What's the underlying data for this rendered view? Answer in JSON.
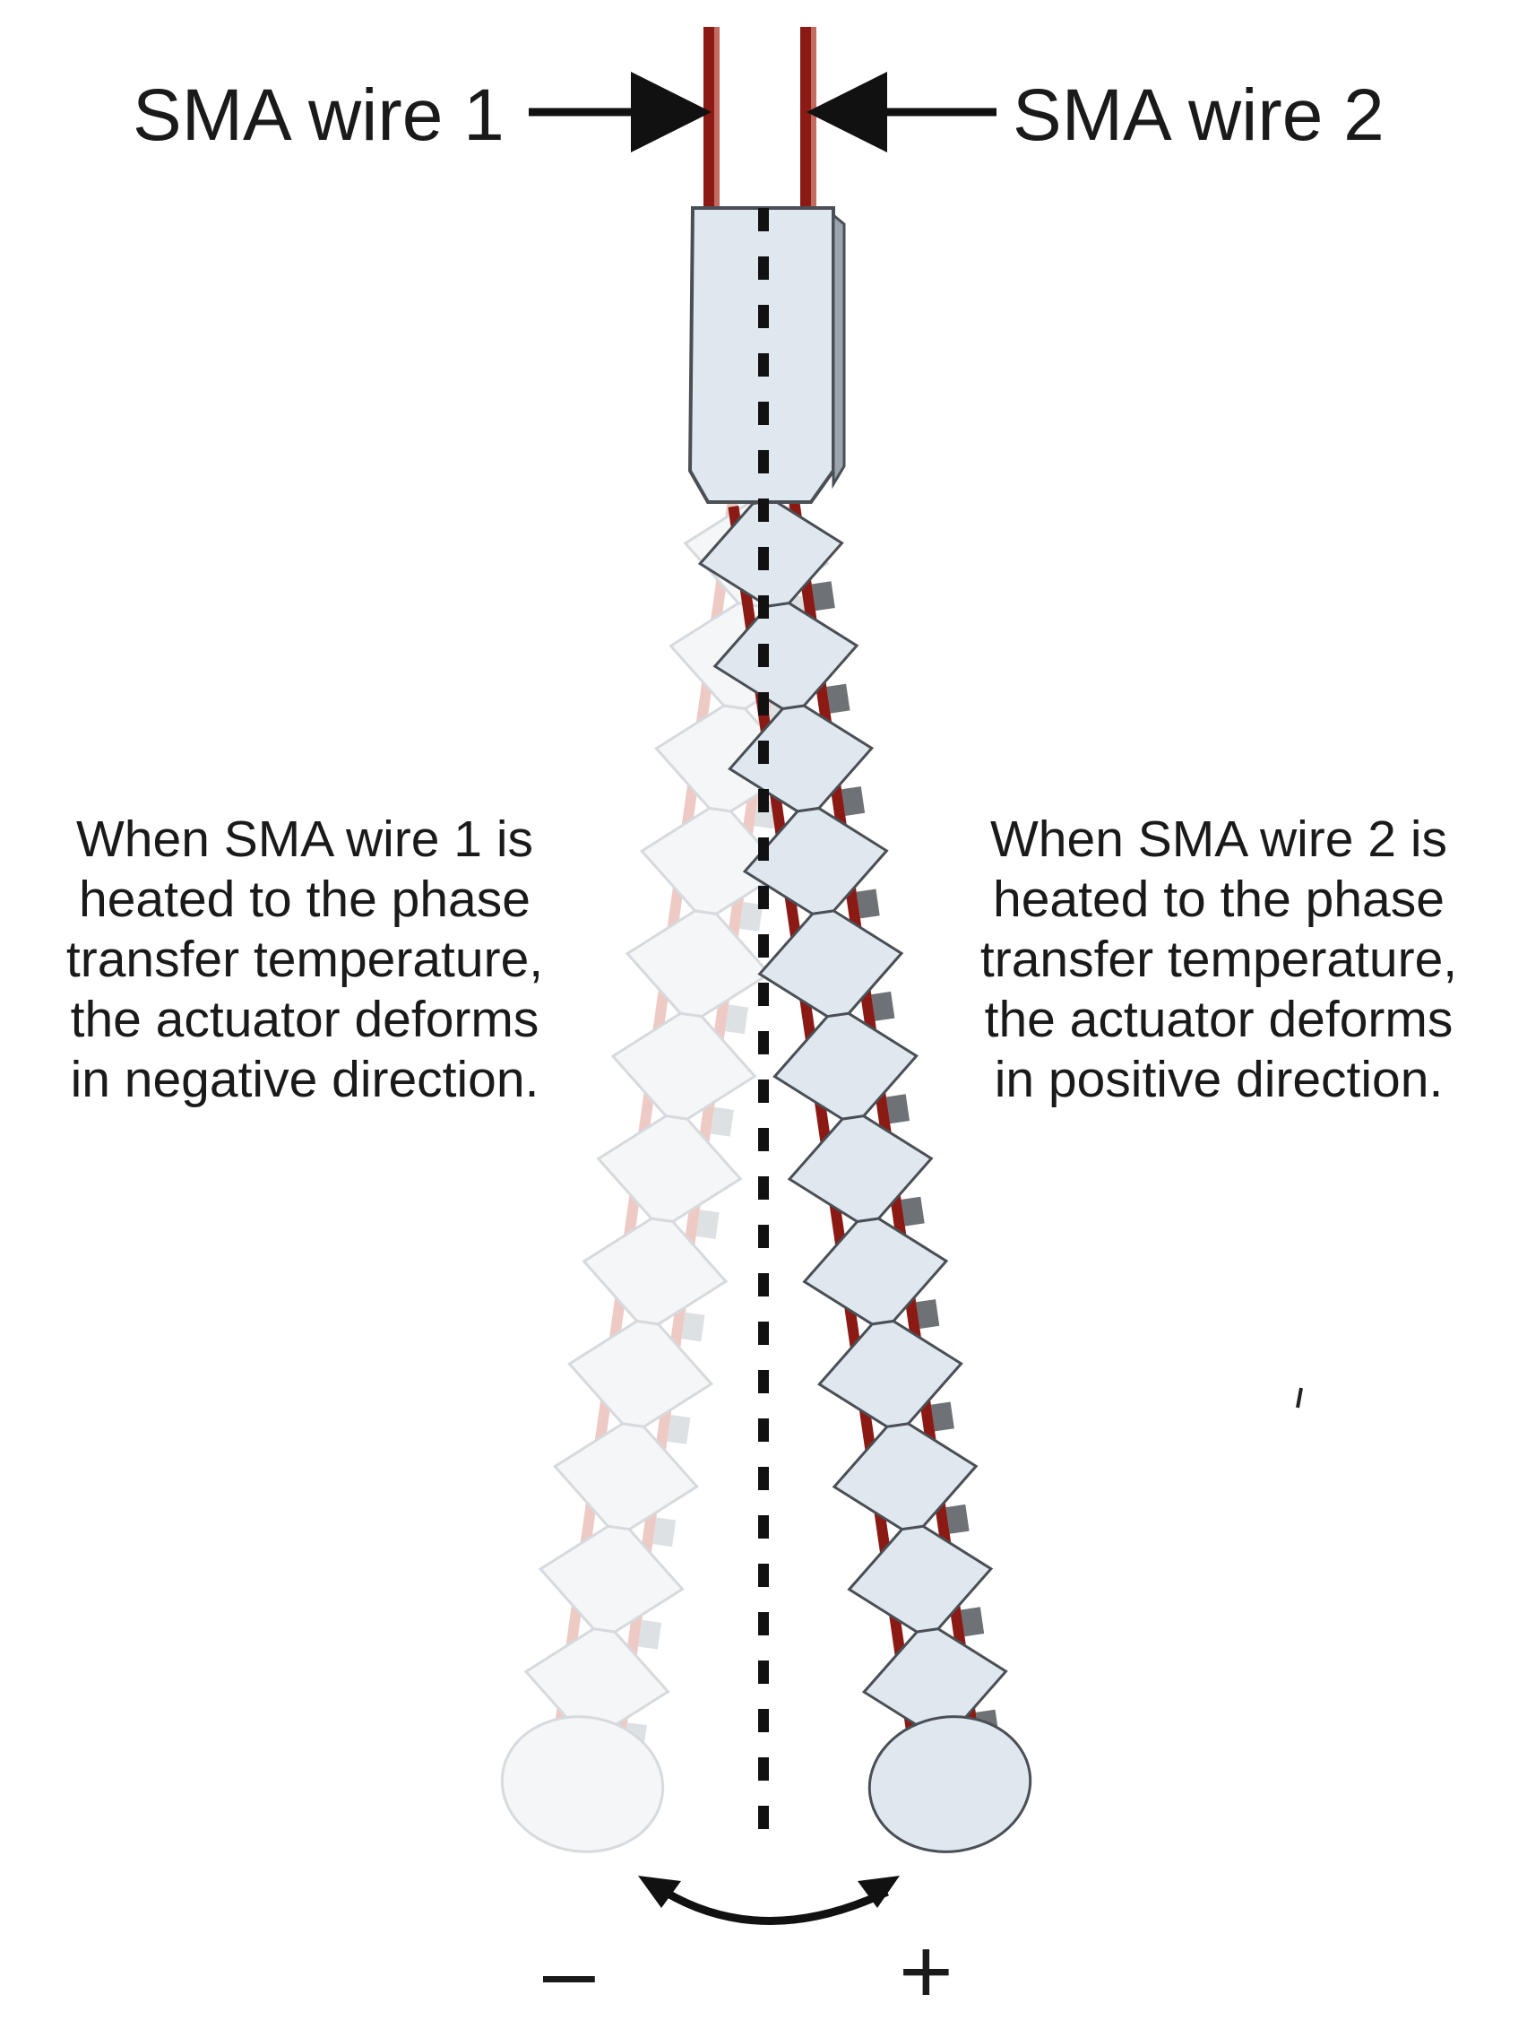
{
  "labels": {
    "wire1": "SMA wire 1",
    "wire2": "SMA wire 2",
    "minus": "–",
    "plus": "+"
  },
  "descriptions": {
    "left": [
      "When SMA wire 1 is",
      "heated to the phase",
      "transfer temperature,",
      "the actuator deforms",
      "in negative direction."
    ],
    "right": [
      "When SMA wire 2 is",
      "heated to the phase",
      "transfer temperature,",
      "the actuator deforms",
      "in positive direction."
    ]
  },
  "colors": {
    "wire": "#8b1a14",
    "segment_fill": "#dfe8ef",
    "segment_edge": "#4a4f55",
    "ghost_wire": "#e8b9b2",
    "ghost_fill": "#f1f3f5",
    "text": "#1a1a1a"
  }
}
